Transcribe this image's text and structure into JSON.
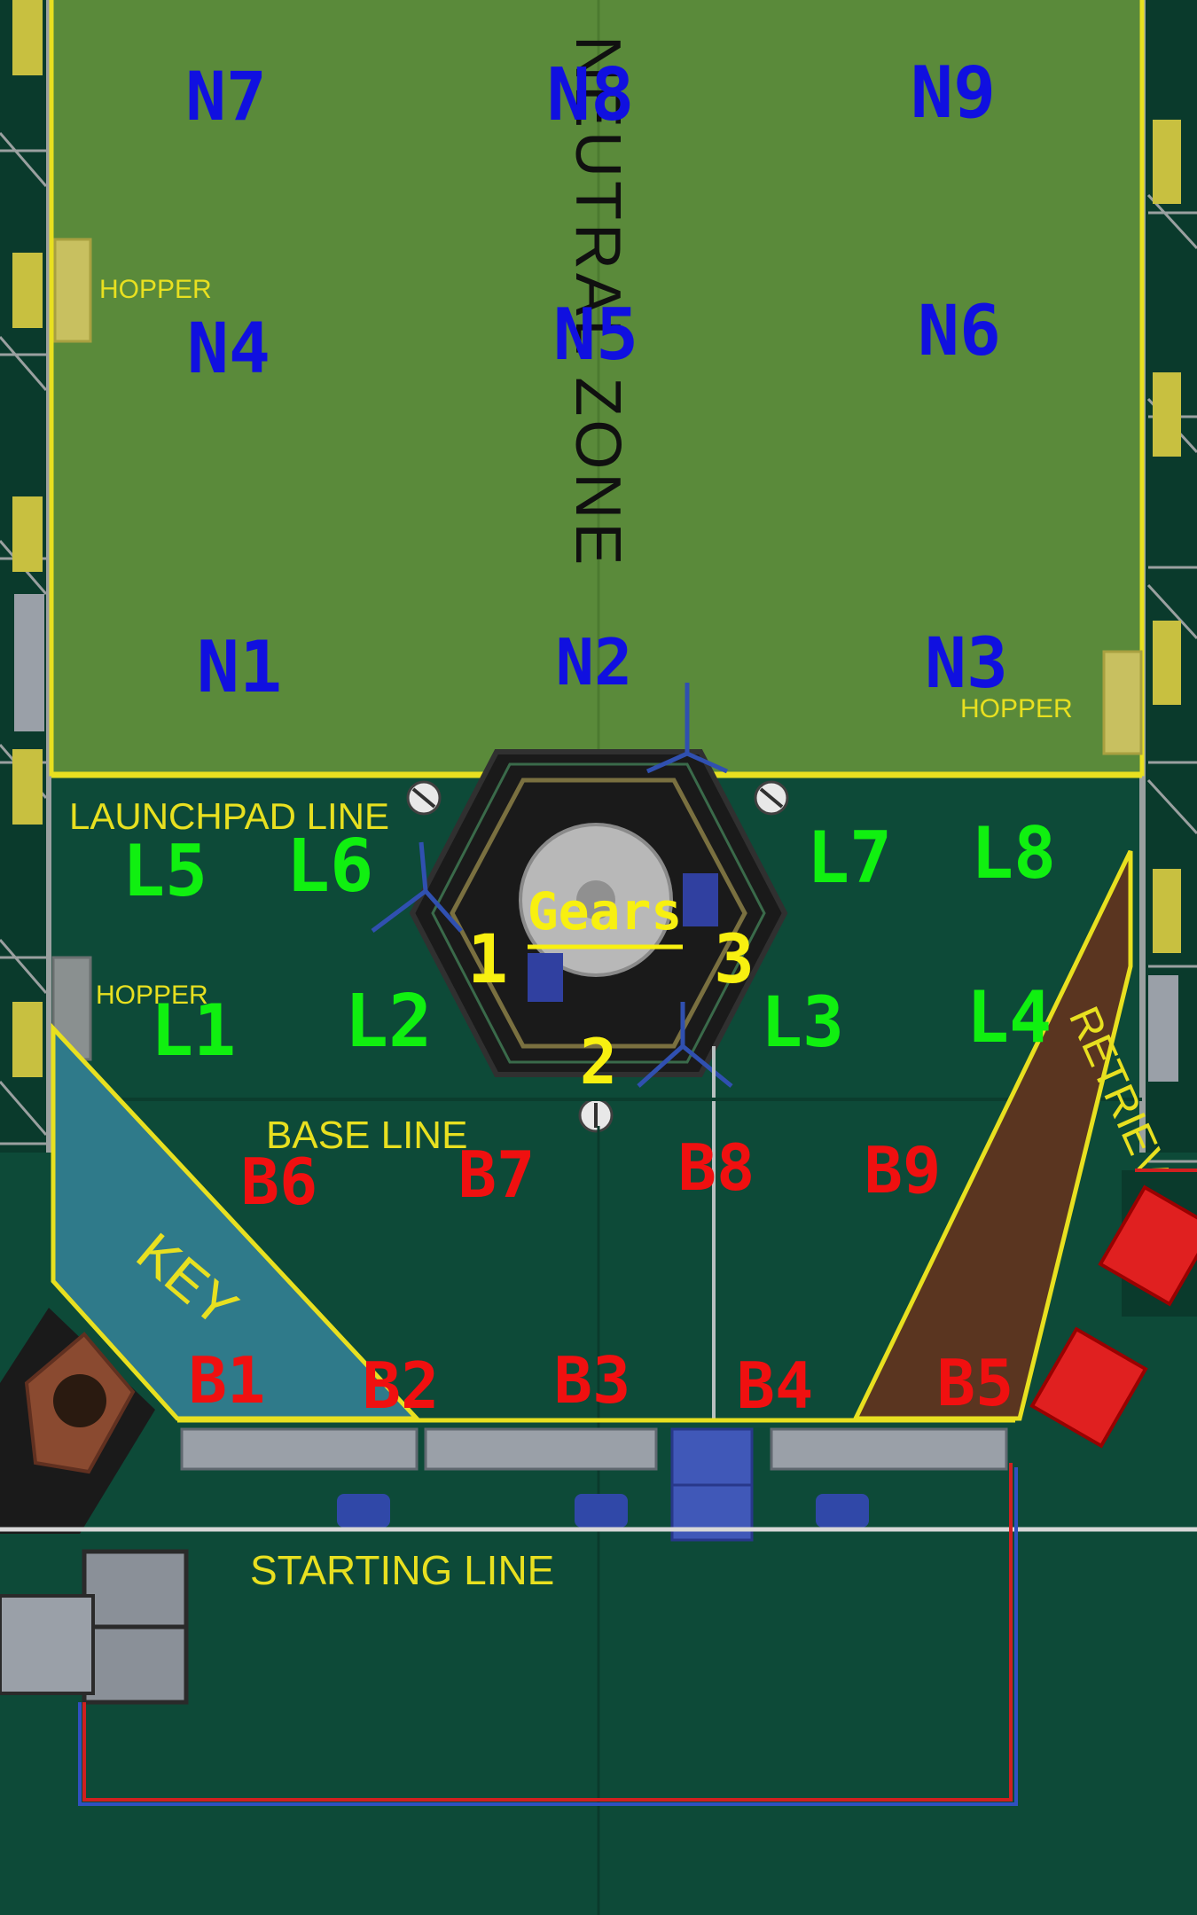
{
  "field_labels": {
    "neutral_zone": "NEUTRAL ZONE",
    "launchpad_line": "LAUNCHPAD LINE",
    "base_line": "BASE LINE",
    "starting_line": "STARTING LINE",
    "key": "KEY",
    "retrieval_zone": "RETRIEVAL ZONE",
    "hopper_left_top": "HOPPER",
    "hopper_right": "HOPPER",
    "hopper_left_mid": "HOPPER"
  },
  "gears": {
    "title": "Gears",
    "pegs": [
      "1",
      "2",
      "3"
    ]
  },
  "neutral_positions": [
    "N1",
    "N2",
    "N3",
    "N4",
    "N5",
    "N6",
    "N7",
    "N8",
    "N9"
  ],
  "launchpad_positions": [
    "L1",
    "L2",
    "L3",
    "L4",
    "L5",
    "L6",
    "L7",
    "L8"
  ],
  "base_positions": [
    "B1",
    "B2",
    "B3",
    "B4",
    "B5",
    "B6",
    "B7",
    "B8",
    "B9"
  ],
  "colors": {
    "field_dark": "#0d4a38",
    "neutral_zone": "#5a8a3a",
    "tape_yellow": "#e8e020",
    "neutral_marker": "#1010e0",
    "launchpad_marker": "#10f010",
    "base_marker": "#f01010",
    "gear_marker": "#f8f010",
    "key_zone": "#2f7a8a",
    "retrieval_zone": "#5a3520"
  }
}
